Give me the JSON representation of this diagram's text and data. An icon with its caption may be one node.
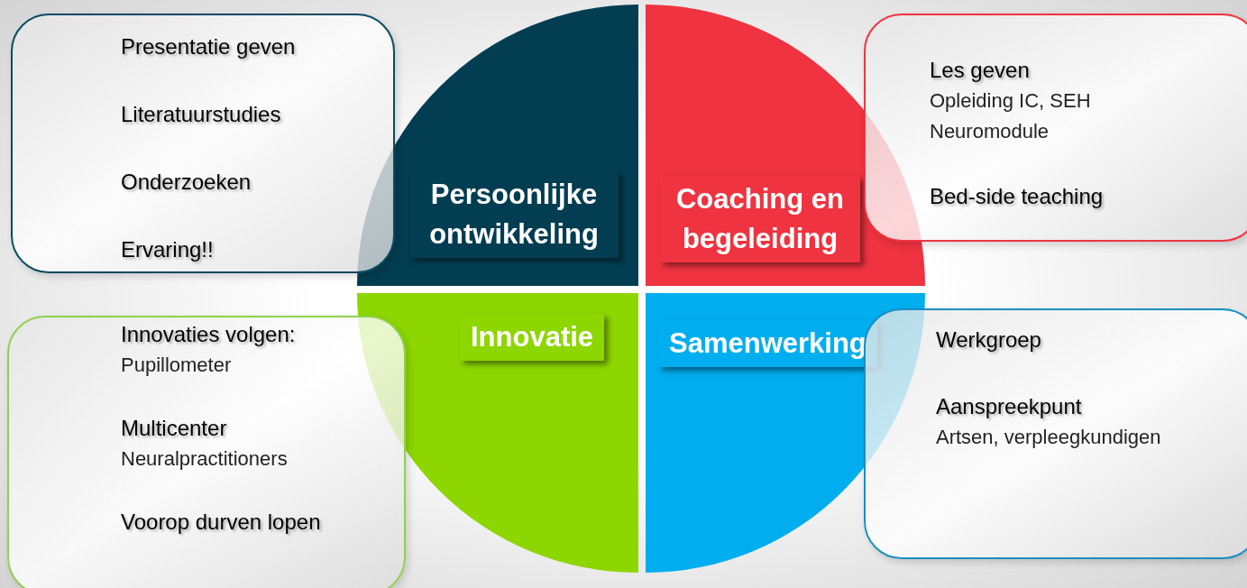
{
  "diagram": {
    "nodes": [
      {
        "text": [
          "Persoonlijke ontwikkeling"
        ]
      },
      {
        "text": [
          "Coaching en begeleiding"
        ]
      },
      {
        "text": [
          "Innovatie"
        ]
      },
      {
        "text": [
          "Samenwerking"
        ]
      },
      {
        "text": [
          "Presentatie geven",
          "Literatuurstudies",
          "Onderzoeken",
          "Ervaring!!"
        ]
      },
      {
        "text": [
          "Les geven",
          "Opleiding IC, SEH",
          "Neuromodule",
          "Bed-side teaching"
        ]
      },
      {
        "text": [
          "Innovaties volgen:",
          "Pupillometer",
          "Multicenter",
          "Neuralpractitioners",
          "Voorop durven lopen"
        ]
      },
      {
        "text": [
          "Werkgroep",
          "Aanspreekpunt",
          "Artsen, verpleegkundigen"
        ]
      }
    ]
  }
}
